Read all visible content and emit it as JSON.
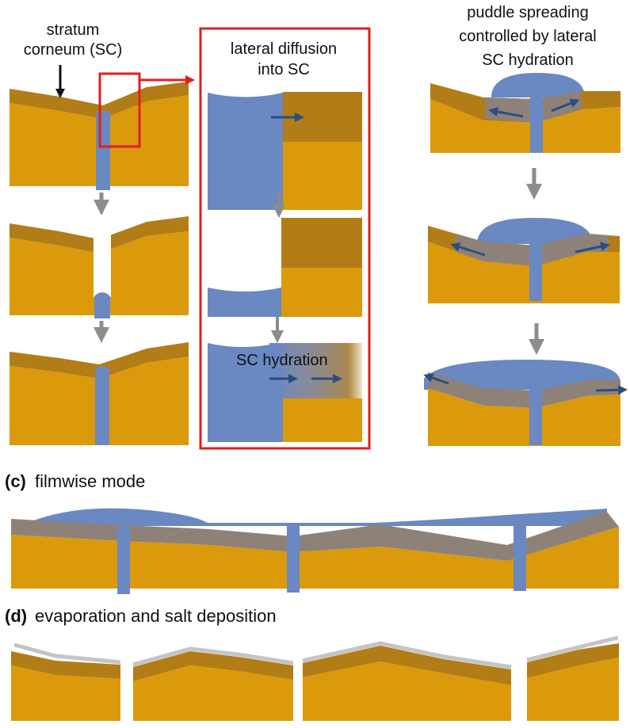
{
  "labels": {
    "stratum": "stratum",
    "corneum": "corneum (SC)",
    "lateral_line1": "lateral diffusion",
    "lateral_line2": "into SC",
    "sc_hydration": "SC hydration",
    "puddle_line1": "puddle spreading",
    "puddle_line2": "controlled by lateral",
    "puddle_line3": "SC hydration",
    "c_letter": "(c)",
    "c_title": "filmwise mode",
    "d_letter": "(d)",
    "d_title": "evaporation and salt deposition"
  },
  "colors": {
    "tissue": "#DB9A0B",
    "stratum_corneum": "#B27D16",
    "hydrated_sc": "#8E8278",
    "water": "#6A88C2",
    "arrow_flow": "#2A4E82",
    "arrow_step": "#8C8C8C",
    "highlight": "#E01F1F",
    "salt": "#C4C4C4"
  }
}
